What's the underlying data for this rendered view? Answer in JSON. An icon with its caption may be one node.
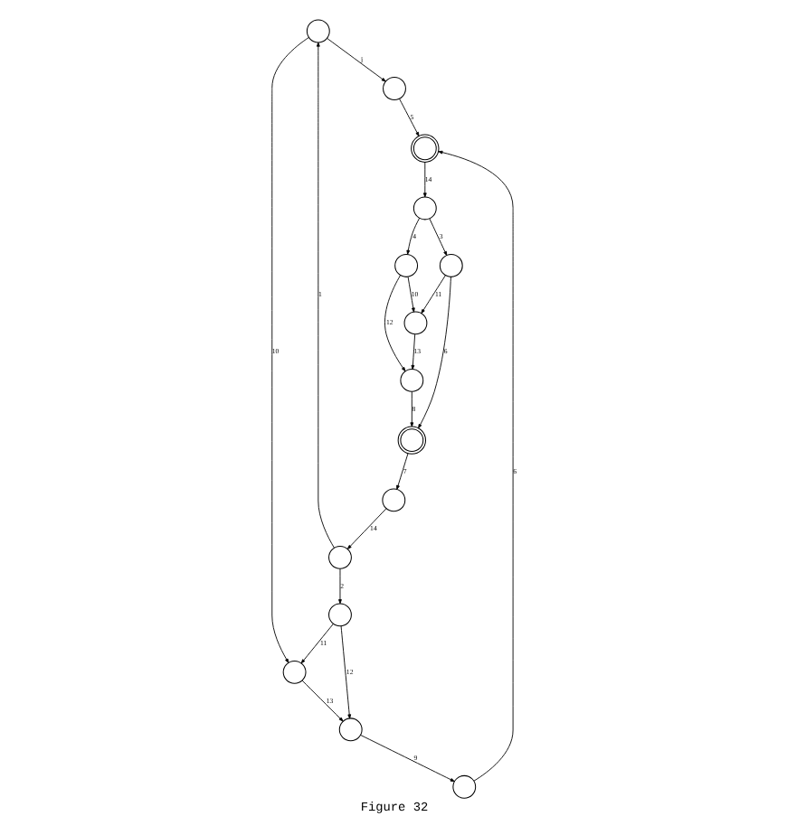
{
  "diagram": {
    "caption": "Figure 32",
    "nodes": [
      {
        "text": [],
        "shape": "circle"
      },
      {
        "text": [],
        "shape": "circle"
      },
      {
        "text": [],
        "shape": "circle"
      },
      {
        "text": [],
        "shape": "circle"
      },
      {
        "text": [],
        "shape": "bullseye"
      },
      {
        "text": [],
        "shape": "circle"
      },
      {
        "text": [],
        "shape": "circle"
      },
      {
        "text": [],
        "shape": "circle"
      },
      {
        "text": [],
        "shape": "circle"
      },
      {
        "text": [],
        "shape": "circle"
      },
      {
        "text": [],
        "shape": "circle"
      },
      {
        "text": [],
        "shape": "circle"
      },
      {
        "text": [],
        "shape": "circle"
      },
      {
        "text": [],
        "shape": "bullseye"
      },
      {
        "text": [],
        "shape": "circle"
      }
    ],
    "edges": [
      {
        "from": 2,
        "to": 0,
        "arrow": "to",
        "label": "1"
      },
      {
        "from": 0,
        "to": 1,
        "arrow": "to",
        "label": "j"
      },
      {
        "from": 0,
        "to": 3,
        "arrow": "to",
        "label": "10"
      },
      {
        "from": 2,
        "to": 5,
        "arrow": "to",
        "label": "2"
      },
      {
        "from": 5,
        "to": 3,
        "arrow": "to",
        "label": "11"
      },
      {
        "from": 3,
        "to": 6,
        "arrow": "to",
        "label": "13"
      },
      {
        "from": 5,
        "to": 6,
        "arrow": "to",
        "label": "12"
      },
      {
        "from": 6,
        "to": 7,
        "arrow": "to",
        "label": "9"
      },
      {
        "from": 1,
        "to": 4,
        "arrow": "to",
        "label": "5"
      },
      {
        "from": 7,
        "to": 4,
        "arrow": "to",
        "label": "6"
      },
      {
        "from": 10,
        "to": 2,
        "arrow": "to",
        "label": "14"
      },
      {
        "from": 4,
        "to": 12,
        "arrow": "to",
        "label": "14"
      },
      {
        "from": 12,
        "to": 9,
        "arrow": "to",
        "label": "4"
      },
      {
        "from": 12,
        "to": 14,
        "arrow": "to",
        "label": "3"
      },
      {
        "from": 9,
        "to": 8,
        "arrow": "to",
        "label": "12"
      },
      {
        "from": 9,
        "to": 11,
        "arrow": "to",
        "label": "10"
      },
      {
        "from": 14,
        "to": 11,
        "arrow": "to",
        "label": "11"
      },
      {
        "from": 11,
        "to": 8,
        "arrow": "to",
        "label": "13"
      },
      {
        "from": 8,
        "to": 13,
        "arrow": "to",
        "label": "8"
      },
      {
        "from": 14,
        "to": 13,
        "arrow": "to",
        "label": "6"
      },
      {
        "from": 13,
        "to": 10,
        "arrow": "to",
        "label": "7"
      }
    ]
  }
}
